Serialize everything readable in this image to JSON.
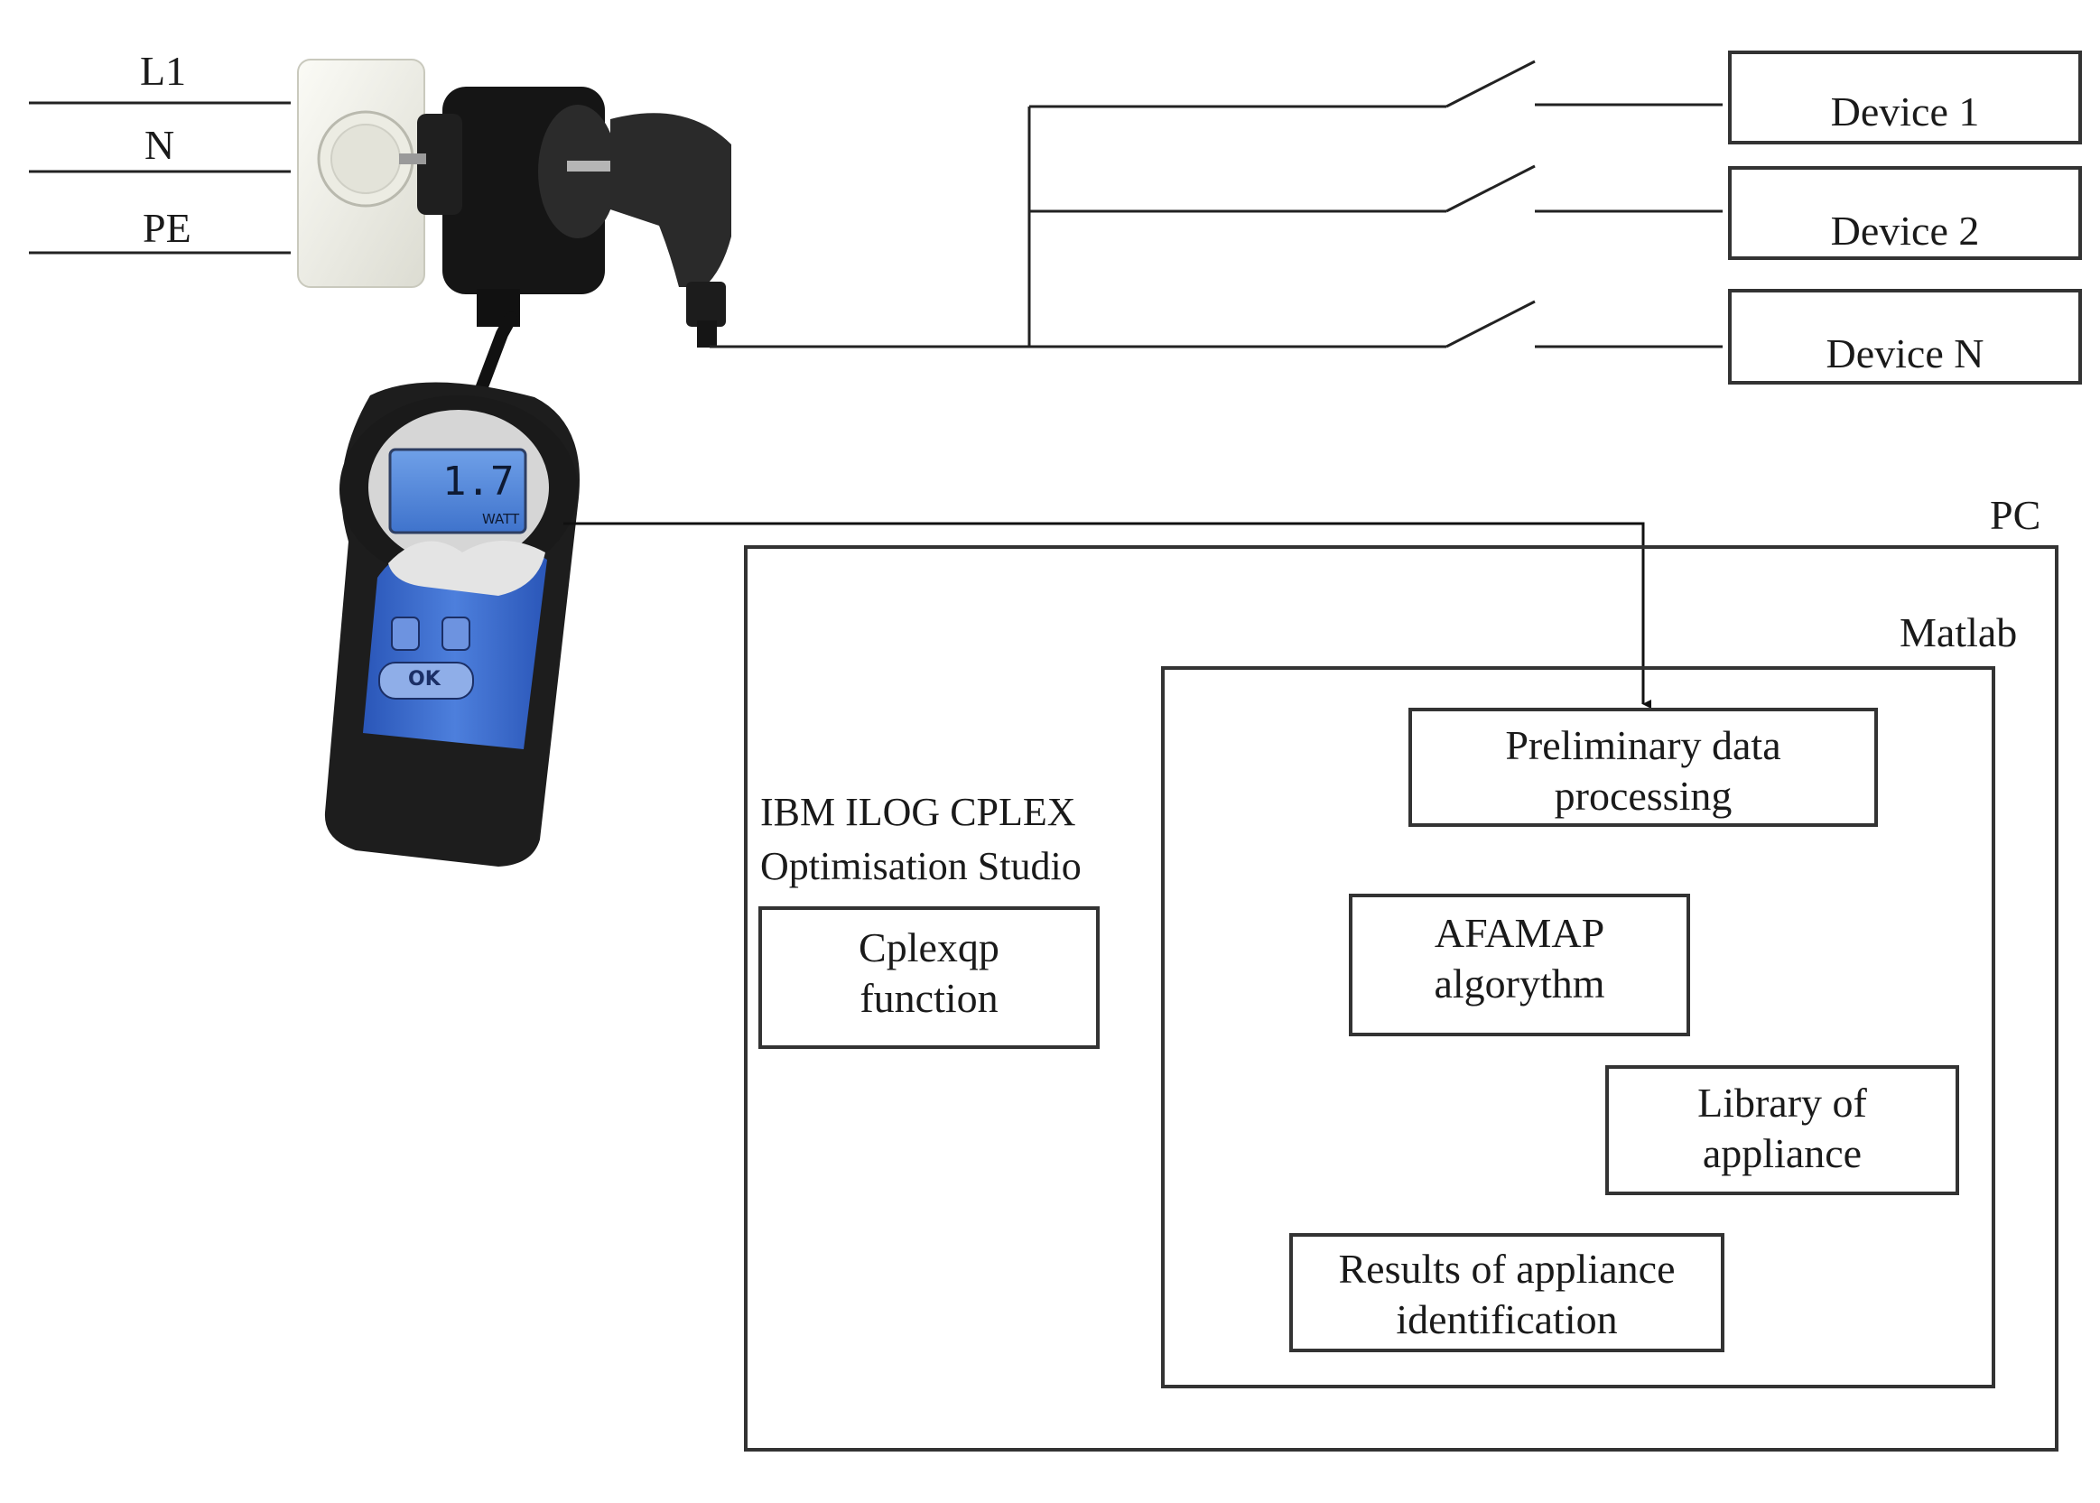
{
  "mains": {
    "lines": [
      "L1",
      "N",
      "PE"
    ]
  },
  "meter": {
    "reading": "1.7",
    "unit": "WATT",
    "ok_label": "OK"
  },
  "devices": [
    "Device 1",
    "Device 2",
    "Device N"
  ],
  "pc": {
    "label": "PC",
    "cplex": {
      "title_line1": "IBM ILOG CPLEX",
      "title_line2": "Optimisation Studio",
      "function_line1": "Cplexqp",
      "function_line2": "function"
    },
    "matlab": {
      "label": "Matlab",
      "preliminary_line1": "Preliminary data",
      "preliminary_line2": "processing",
      "afamap_line1": "AFAMAP",
      "afamap_line2": "algorythm",
      "library_line1": "Library of",
      "library_line2": "appliance",
      "results_line1": "Results of appliance",
      "results_line2": "identification"
    }
  }
}
